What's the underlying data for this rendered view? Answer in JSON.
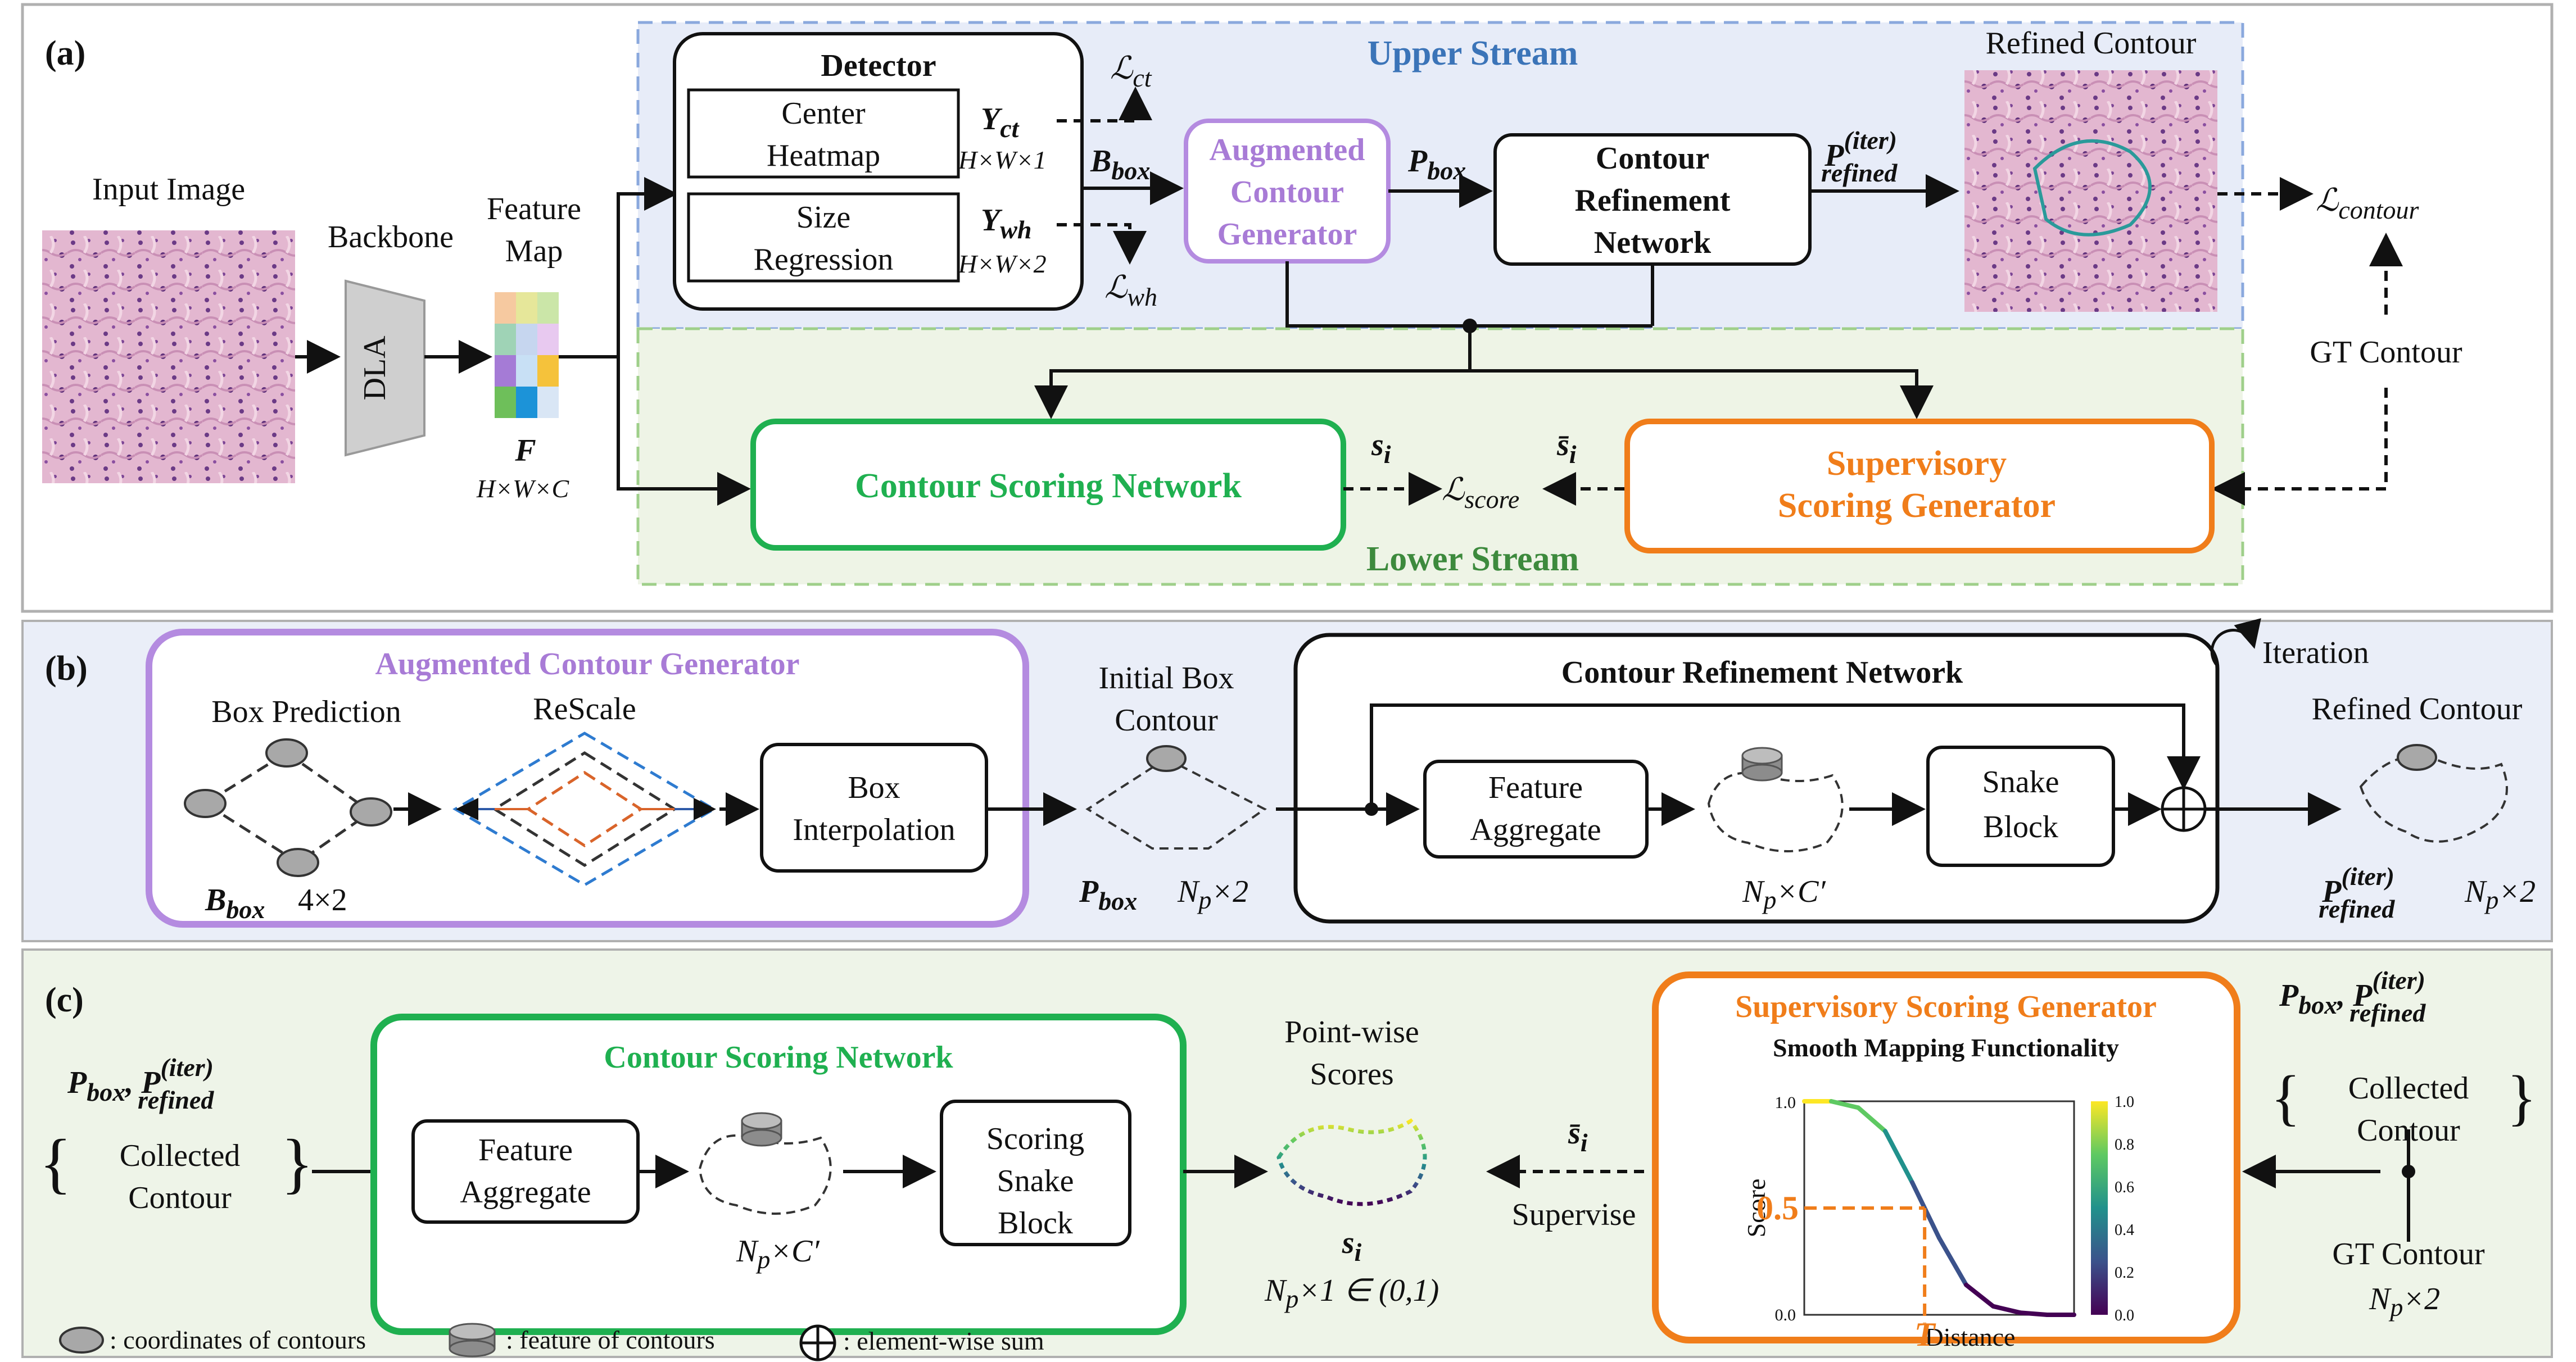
{
  "colors": {
    "upper_stream": "#3b74b8",
    "lower_stream": "#3d8a3d",
    "purple": "#a87bd6",
    "green": "#1fb050",
    "orange": "#f07d1a",
    "panel_b_bg": "#eaeef8",
    "panel_c_bg": "#eef4e8",
    "upper_bg": "#e7ecf8",
    "lower_bg": "#eef4e6"
  },
  "panel_a": {
    "tag": "(a)",
    "input_image": "Input Image",
    "backbone_title": "Backbone",
    "backbone": "DLA",
    "feature_map_line1": "Feature",
    "feature_map_line2": "Map",
    "feature_symbol": "F",
    "feature_dims": "H×W×C",
    "upper_stream": "Upper Stream",
    "lower_stream": "Lower  Stream",
    "detector": "Detector",
    "center_heatmap_l1": "Center",
    "center_heatmap_l2": "Heatmap",
    "size_regression_l1": "Size",
    "size_regression_l2": "Regression",
    "y_ct": "Y",
    "y_ct_sub": "ct",
    "y_ct_dims": "H×W×1",
    "y_wh": "Y",
    "y_wh_sub": "wh",
    "y_wh_dims": "H×W×2",
    "loss_ct": "ℒ",
    "loss_ct_sub": "ct",
    "loss_wh": "ℒ",
    "loss_wh_sub": "wh",
    "b_box": "B",
    "b_box_sub": "box",
    "aug_l1": "Augmented",
    "aug_l2": "Contour",
    "aug_l3": "Generator",
    "p_box": "P",
    "p_box_sub": "box",
    "crn_l1": "Contour",
    "crn_l2": "Refinement",
    "crn_l3": "Network",
    "p_refined": "P",
    "p_refined_sup": "(iter)",
    "p_refined_sub": "refined",
    "refined_contour": "Refined Contour",
    "loss_contour": "ℒ",
    "loss_contour_sub": "contour",
    "gt_contour": "GT Contour",
    "csn": "Contour Scoring Network",
    "s_i": "s",
    "s_i_sub": "i",
    "loss_score": "ℒ",
    "loss_score_sub": "score",
    "s_bar_i": "s̄",
    "s_bar_i_sub": "i",
    "ssg_l1": "Supervisory",
    "ssg_l2": "Scoring Generator"
  },
  "panel_b": {
    "tag": "(b)",
    "aug_title": "Augmented Contour Generator",
    "box_prediction": "Box Prediction",
    "rescale": "ReScale",
    "box_interp_l1": "Box",
    "box_interp_l2": "Interpolation",
    "b_box": "B",
    "b_box_sub": "box",
    "b_box_dims": "4×2",
    "initial_box_l1": "Initial Box",
    "initial_box_l2": "Contour",
    "p_box": "P",
    "p_box_sub": "box",
    "np2": "N",
    "np2_sub": "p",
    "np2_rest": "×2",
    "crn_title": "Contour Refinement Network",
    "iteration": "Iteration",
    "feature_agg_l1": "Feature",
    "feature_agg_l2": "Aggregate",
    "npc": "N",
    "npc_sub": "p",
    "npc_rest": "×C′",
    "snake_l1": "Snake",
    "snake_l2": "Block",
    "refined_contour": "Refined Contour",
    "p_refined": "P",
    "p_refined_sup": "(iter)",
    "p_refined_sub": "refined",
    "np2b": "N",
    "np2b_sub": "p",
    "np2b_rest": "×2"
  },
  "panel_c": {
    "tag": "(c)",
    "left_p_box": "P",
    "left_p_box_sub": "box",
    "left_p_ref": "P",
    "left_p_ref_sup": "(iter)",
    "left_p_ref_sub": "refined",
    "collected_l1": "Collected",
    "collected_l2": "Contour",
    "csn_title": "Contour Scoring Network",
    "feature_agg_l1": "Feature",
    "feature_agg_l2": "Aggregate",
    "npc": "N",
    "npc_sub": "p",
    "npc_rest": "×C′",
    "scoring_l1": "Scoring",
    "scoring_l2": "Snake",
    "scoring_l3": "Block",
    "pointwise_l1": "Point-wise",
    "pointwise_l2": "Scores",
    "s_i": "s",
    "s_i_sub": "i",
    "range": "N",
    "range_sub": "p",
    "range_rest": "×1 ∈ (0,1)",
    "s_bar": "s̄",
    "s_bar_sub": "i",
    "supervise": "Supervise",
    "ssg_title": "Supervisory Scoring Generator",
    "smooth": "Smooth Mapping Functionality",
    "score_axis": "Score",
    "distance_axis": "Distance",
    "half": "0.5",
    "t_label": "T",
    "right_p_box": "P",
    "right_p_box_sub": "box",
    "right_p_ref": "P",
    "right_p_ref_sup": "(iter)",
    "right_p_ref_sub": "refined",
    "gt_contour": "GT Contour",
    "gt_np": "N",
    "gt_np_sub": "p",
    "gt_np_rest": "×2",
    "legend_coord": ": coordinates of contours",
    "legend_feature": ": feature of contours",
    "legend_sum": ": element-wise sum"
  },
  "chart_data": {
    "type": "line",
    "title": "Smooth Mapping Functionality",
    "xlabel": "Distance",
    "ylabel": "Score",
    "y_ticks": [
      "0.0",
      "0.5",
      "1.0"
    ],
    "colorbar_ticks": [
      "0.0",
      "0.2",
      "0.4",
      "0.6",
      "0.8",
      "1.0"
    ],
    "ylim": [
      0,
      1
    ],
    "threshold_y": 0.5,
    "threshold_x_label": "T",
    "series": [
      {
        "x": [
          0,
          0.1,
          0.2,
          0.3,
          0.4,
          0.5,
          0.6,
          0.7,
          0.8,
          0.9,
          1.0
        ],
        "values": [
          1.0,
          1.0,
          0.97,
          0.86,
          0.62,
          0.36,
          0.14,
          0.04,
          0.01,
          0.0,
          0.0
        ]
      }
    ]
  }
}
